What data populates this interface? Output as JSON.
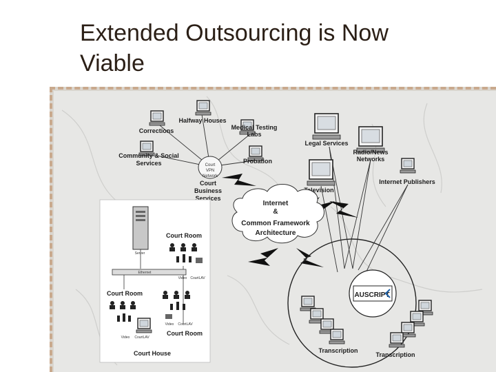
{
  "slide": {
    "title_line1": "Extended Outsourcing is Now",
    "title_line2": "Viable"
  },
  "diagram": {
    "cloud_line1": "Internet",
    "cloud_line2": "&",
    "cloud_line3": "Common Framework",
    "cloud_line4": "Architecture",
    "court_vpn_line1": "Court",
    "court_vpn_line2": "VPN",
    "court_vpn_line3": "Network",
    "court_business_line1": "Court",
    "court_business_line2": "Business",
    "court_business_line3": "Services",
    "halfway_houses": "Halfway Houses",
    "corrections": "Corrections",
    "medical_line1": "Medical Testing",
    "medical_line2": "Labs",
    "community_line1": "Community & Social",
    "community_line2": "Services",
    "probation": "Probation",
    "legal_services": "Legal Services",
    "radio_line1": "Radio/News",
    "radio_line2": "Networks",
    "internet_publishers": "Internet Publishers",
    "television": "Television",
    "auscript_logo": "AUSCRIPT",
    "transcription_left": "Transcription",
    "transcription_right": "Transcription",
    "court_house": {
      "court_room_1": "Court Room",
      "court_room_2": "Court Room",
      "court_room_3": "Court Room",
      "ethernet": "Ethernet",
      "court_house_label": "Court House",
      "server": "Server",
      "video": "Video",
      "court_audio": "CourtLAV"
    }
  }
}
